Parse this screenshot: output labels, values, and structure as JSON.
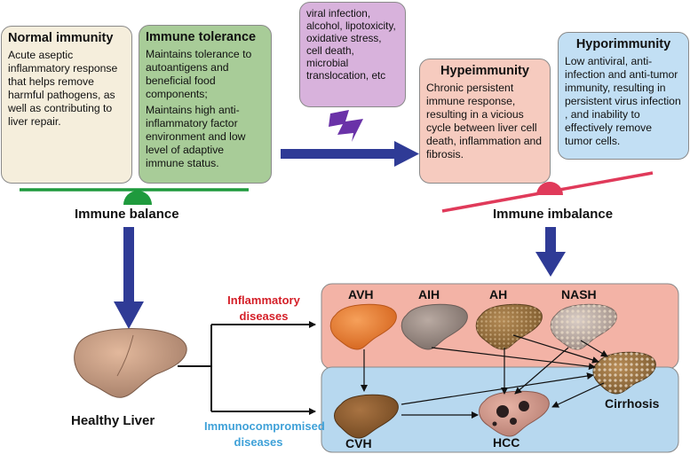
{
  "boxes": {
    "normal": {
      "title": "Normal immunity",
      "body": "Acute aseptic inflammatory response that helps remove harmful pathogens, as well as contributing to liver repair."
    },
    "tolerance": {
      "title": "Immune tolerance",
      "body1": "Maintains tolerance to autoantigens and beneficial food components;",
      "body2": "Maintains high anti-inflammatory factor environment and low level of adaptive immune status."
    },
    "triggers": {
      "body": "viral infection, alcohol, lipotoxicity, oxidative stress, cell death, microbial translocation, etc"
    },
    "hyper": {
      "title": "Hypeimmunity",
      "body": "Chronic persistent immune response, resulting in a vicious cycle between liver cell death, inflammation and fibrosis."
    },
    "hypo": {
      "title": "Hyporimmunity",
      "body": "Low antiviral, anti-infection and anti-tumor immunity, resulting in persistent virus infection , and inability to effectively remove tumor cells."
    }
  },
  "labels": {
    "balance": "Immune balance",
    "imbalance": "Immune imbalance",
    "healthy": "Healthy Liver",
    "inflammatory": "Inflammatory diseases",
    "immunocompromised": "Immunocompromised diseases"
  },
  "livers": {
    "avh": "AVH",
    "aih": "AIH",
    "ah": "AH",
    "nash": "NASH",
    "cvh": "CVH",
    "hcc": "HCC",
    "cirrhosis": "Cirrhosis"
  },
  "colors": {
    "normal_bg": "#f5eedc",
    "tolerance_bg": "#a8cc98",
    "triggers_bg": "#d8b2dc",
    "hyper_bg": "#f6cbbf",
    "hypo_bg": "#c2dff4",
    "inflam_panel": "#f3b3a6",
    "immuno_panel": "#b7d8ef",
    "arrow_blue": "#2f3b96",
    "balance_green": "#1f9a3d",
    "imbalance_red": "#e03a5a",
    "inflam_text": "#d41f28",
    "immuno_text": "#3fa1d8"
  }
}
